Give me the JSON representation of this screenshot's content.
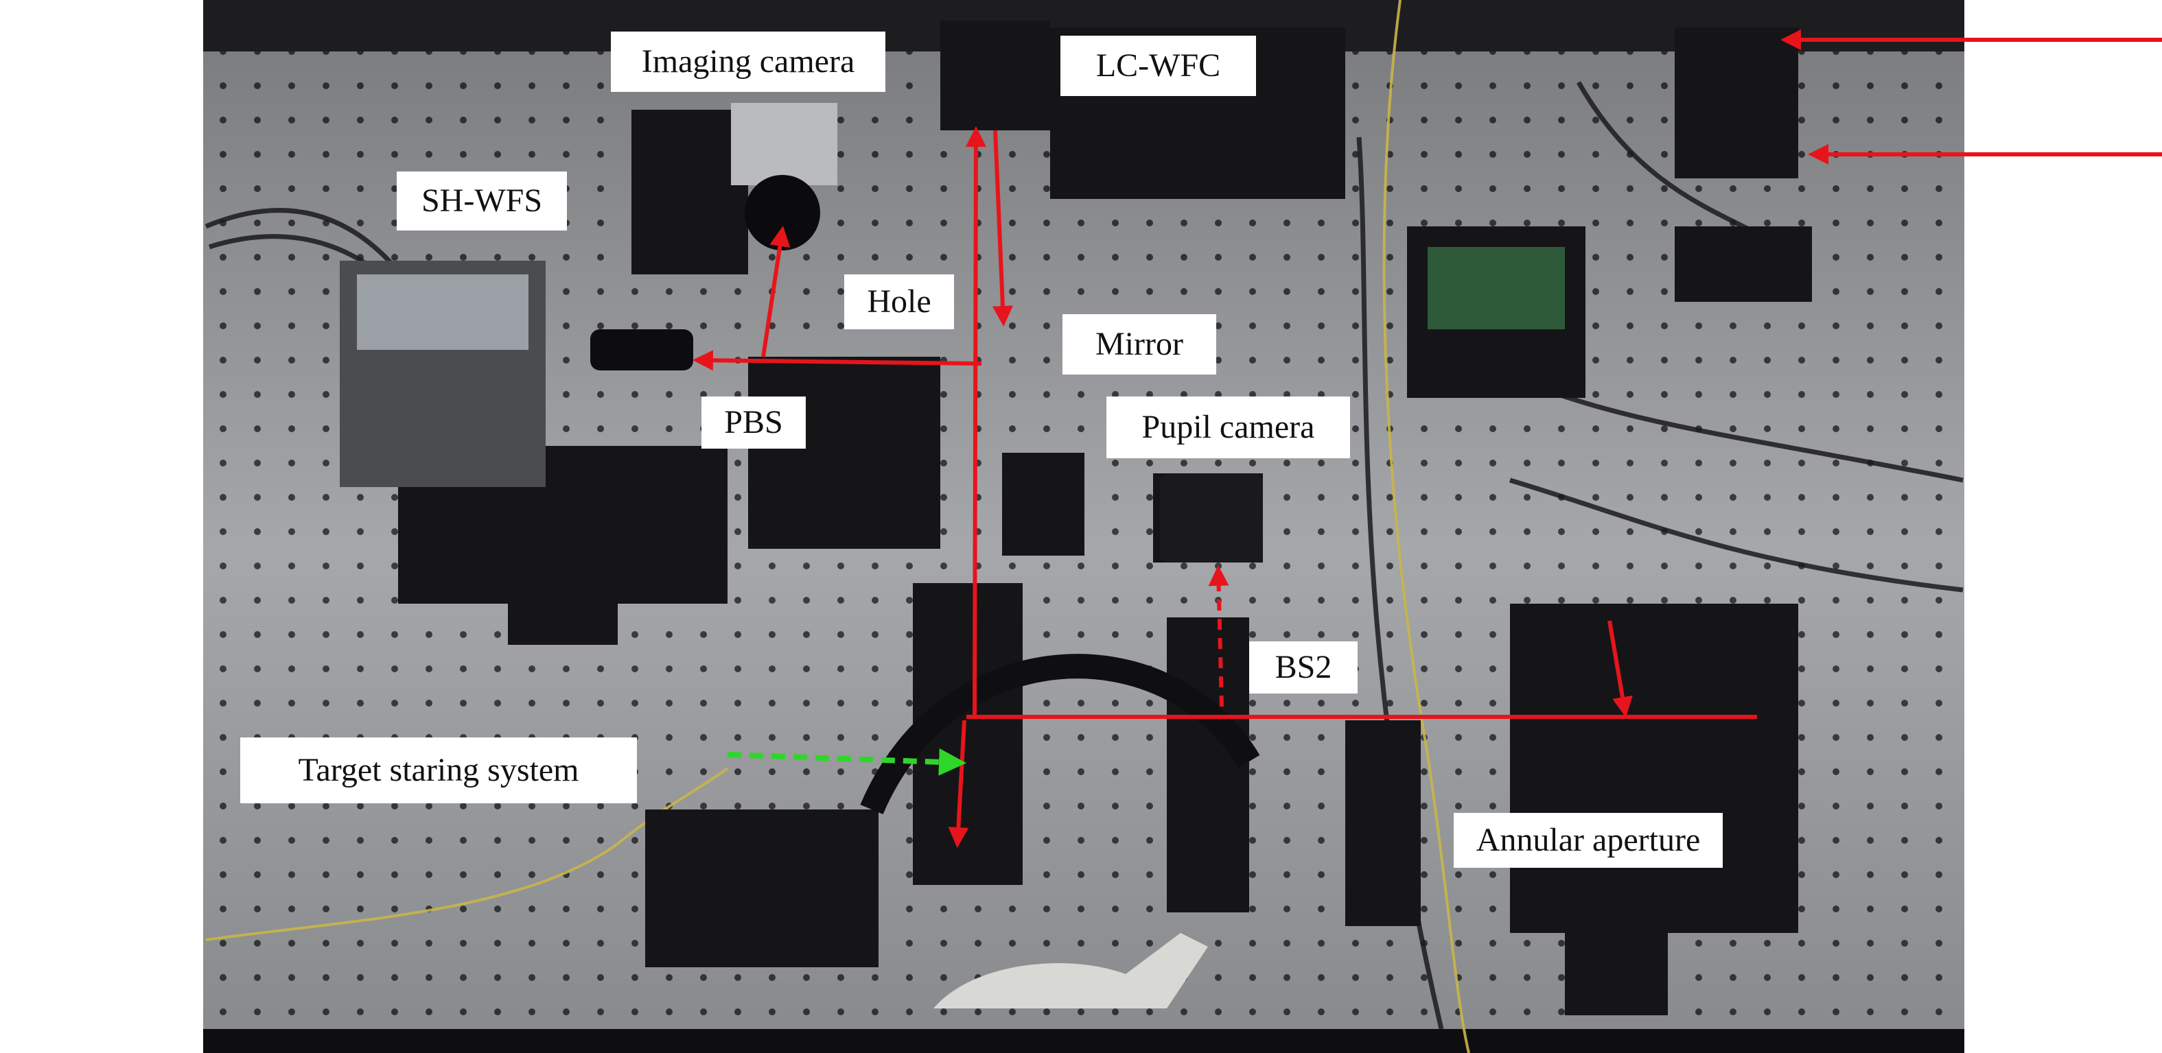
{
  "figure": {
    "labels": {
      "imaging_camera": "Imaging camera",
      "lc_wfc": "LC-WFC",
      "sh_wfs": "SH-WFS",
      "hole": "Hole",
      "mirror": "Mirror",
      "pbs": "PBS",
      "pupil_camera": "Pupil camera",
      "bs2": "BS2",
      "target_staring_system": "Target staring system",
      "annular_aperture": "Annular aperture"
    },
    "colors": {
      "beam": "#e8141c",
      "fixation_beam": "#2fd62a",
      "label_background": "#ffffff",
      "label_text": "#111111"
    }
  }
}
